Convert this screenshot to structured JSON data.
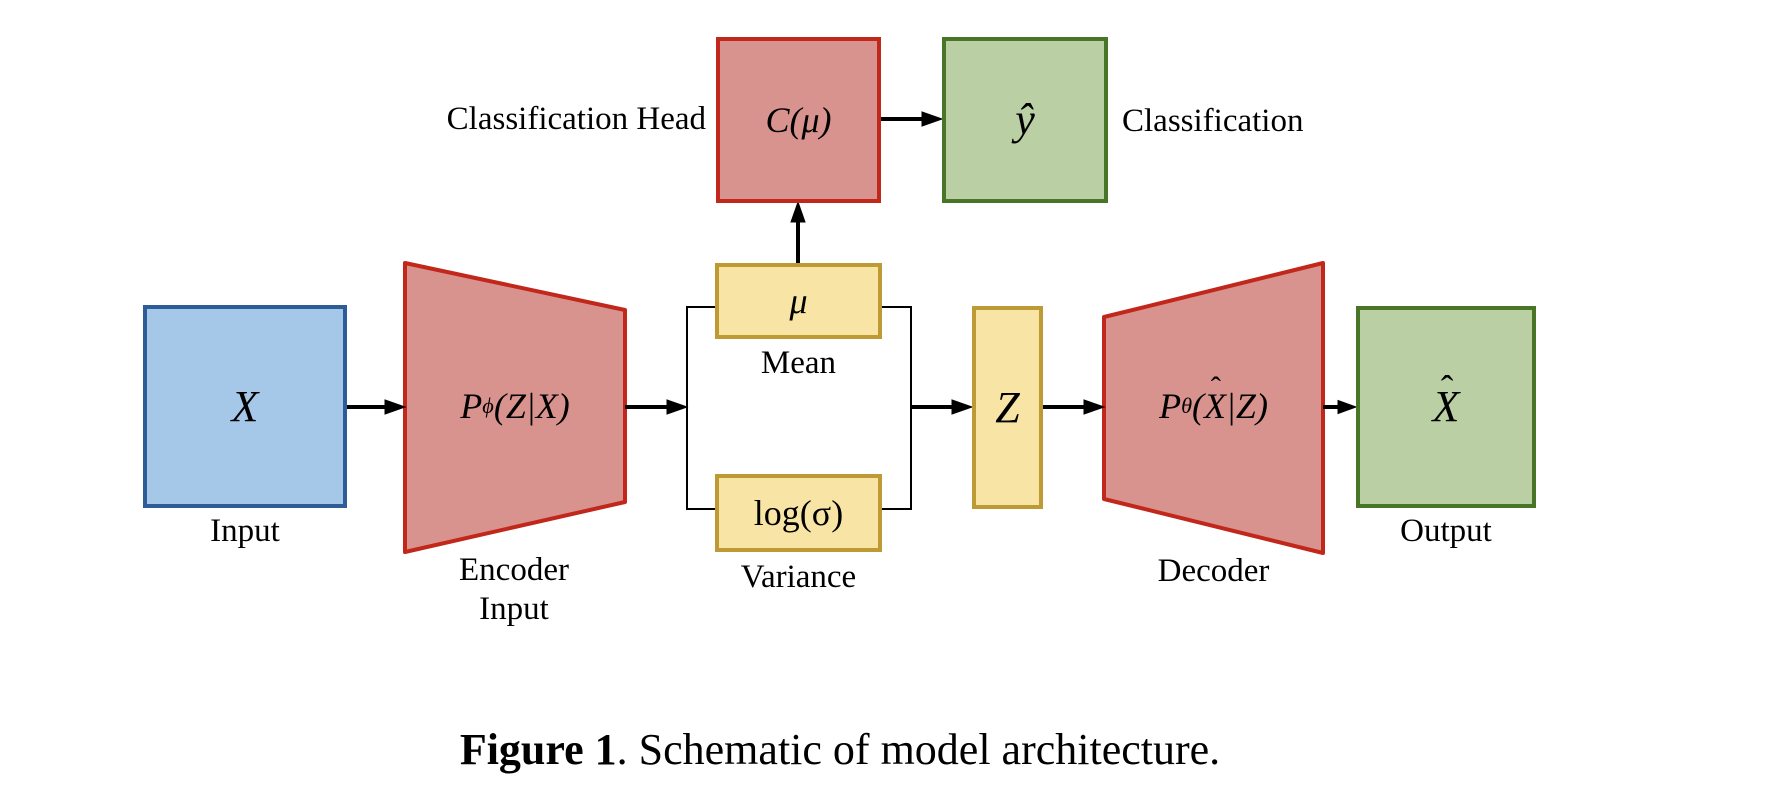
{
  "diagram": {
    "input": {
      "symbol": "X",
      "label": "Input"
    },
    "encoder": {
      "formula": {
        "base": "P",
        "sub": "ϕ",
        "args": "(Z|X)"
      },
      "label_line1": "Encoder",
      "label_line2": "Input"
    },
    "latent": {
      "mu": {
        "symbol": "μ",
        "label": "Mean"
      },
      "logsigma": {
        "symbol": "log(σ)",
        "label": "Variance"
      },
      "z": {
        "symbol": "Z"
      }
    },
    "decoder": {
      "formula": {
        "base": "P",
        "sub": "θ",
        "args_open": "(",
        "hatted": "X",
        "hat": "ˆ",
        "args_close": "|Z)"
      },
      "label": "Decoder"
    },
    "output": {
      "hatted": "X",
      "hat": "ˆ",
      "label": "Output"
    },
    "classification_head": {
      "label": "Classification Head",
      "node": "C(μ)"
    },
    "classification": {
      "symbol": "ŷ",
      "label": "Classification"
    },
    "caption": {
      "bold": "Figure 1",
      "rest": ". Schematic of model architecture."
    }
  },
  "colors": {
    "input_fill": "#a6c8e8",
    "input_border": "#2e5c97",
    "encoder_fill": "#d9938e",
    "encoder_border": "#c1271a",
    "latent_fill": "#f8e5a6",
    "latent_border": "#bd9a33",
    "output_fill": "#bad0a4",
    "output_border": "#497527",
    "arrow": "#000000",
    "background": "#ffffff"
  }
}
